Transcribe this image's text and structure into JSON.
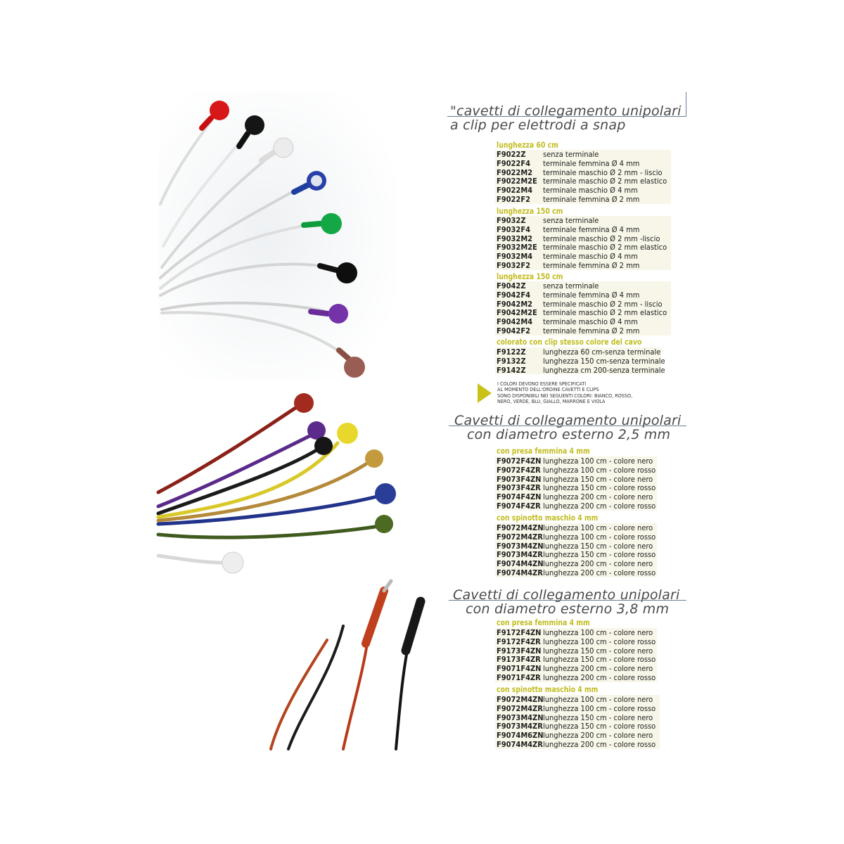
{
  "sections": {
    "s1": {
      "title_line1": "\"cavetti di collegamento unipolari",
      "title_line2": "a clip per elettrodi a snap",
      "groups": [
        {
          "heading": "lunghezza 60 cm",
          "rows": [
            {
              "code": "F9022Z",
              "desc": "senza terminale"
            },
            {
              "code": "F9022F4",
              "desc": "terminale femmina Ø 4 mm"
            },
            {
              "code": "F9022M2",
              "desc": "terminale maschio Ø 2 mm - liscio"
            },
            {
              "code": "F9022M2E",
              "desc": "terminale maschio Ø 2 mm elastico"
            },
            {
              "code": "F9022M4",
              "desc": "terminale maschio Ø 4 mm"
            },
            {
              "code": "F9022F2",
              "desc": "terminale femmina Ø 2 mm"
            }
          ]
        },
        {
          "heading": "lunghezza 150 cm",
          "rows": [
            {
              "code": "F9032Z",
              "desc": "senza terminale"
            },
            {
              "code": "F9032F4",
              "desc": "terminale femmina Ø 4 mm"
            },
            {
              "code": "F9032M2",
              "desc": "terminale maschio Ø 2 mm -liscio"
            },
            {
              "code": "F9032M2E",
              "desc": "terminale maschio Ø 2 mm elastico"
            },
            {
              "code": "F9032M4",
              "desc": "terminale maschio Ø 4 mm"
            },
            {
              "code": "F9032F2",
              "desc": "terminale femmina Ø 2 mm"
            }
          ]
        },
        {
          "heading": "lunghezza 150 cm",
          "rows": [
            {
              "code": "F9042Z",
              "desc": "senza terminale"
            },
            {
              "code": "F9042F4",
              "desc": "terminale femmina Ø 4 mm"
            },
            {
              "code": "F9042M2",
              "desc": "terminale maschio Ø 2 mm - liscio"
            },
            {
              "code": "F9042M2E",
              "desc": "terminale maschio Ø 2 mm elastico"
            },
            {
              "code": "F9042M4",
              "desc": "terminale maschio Ø 4 mm"
            },
            {
              "code": "F9042F2",
              "desc": "terminale femmina Ø 2 mm"
            }
          ]
        },
        {
          "heading": "colorato con clip stesso colore del cavo",
          "rows": [
            {
              "code": "F9122Z",
              "desc": "lunghezza 60 cm-senza terminale"
            },
            {
              "code": "F9132Z",
              "desc": "lunghezza 150 cm-senza terminale"
            },
            {
              "code": "F9142Z",
              "desc": "lunghezza cm 200-senza terminale"
            }
          ]
        }
      ],
      "note": {
        "line1": "I COLORI DEVONO ESSERE SPECIFICATI",
        "line2": "AL MOMENTO DELL'ORDINE CAVETTI E CLIPS",
        "line3": "SONO DISPONIBILI NEI SEGUENTI COLORI: BIANCO, ROSSO,",
        "line4": "NERO, VERDE, BLU, GIALLO, MARRONE E VIOLA"
      }
    },
    "s2": {
      "title_line1": "Cavetti di collegamento unipolari",
      "title_line2": "con diametro esterno 2,5 mm",
      "groups": [
        {
          "heading": "con presa femmina 4 mm",
          "rows": [
            {
              "code": "F9072F4ZN",
              "desc": "lunghezza 100 cm - colore nero"
            },
            {
              "code": "F9072F4ZR",
              "desc": "lunghezza 100 cm - colore rosso"
            },
            {
              "code": "F9073F4ZN",
              "desc": "lunghezza 150 cm - colore nero"
            },
            {
              "code": "F9073F4ZR",
              "desc": "lunghezza 150 cm - colore rosso"
            },
            {
              "code": "F9074F4ZN",
              "desc": "lunghezza  200 cm - colore nero"
            },
            {
              "code": "F9074F4ZR",
              "desc": "lunghezza 200 cm - colore rosso"
            }
          ]
        },
        {
          "heading": "con spinotto maschio 4 mm",
          "rows": [
            {
              "code": "F9072M4ZN",
              "desc": "lunghezza 100 cm - colore nero"
            },
            {
              "code": "F9072M4ZR",
              "desc": "lunghezza 100 cm - colore rosso"
            },
            {
              "code": "F9073M4ZN",
              "desc": "lunghezza 150 cm - colore nero"
            },
            {
              "code": "F9073M4ZR",
              "desc": "lunghezza 150 cm - colore rosso"
            },
            {
              "code": "F9074M4ZN",
              "desc": "lunghezza 200 cm - colore nero"
            },
            {
              "code": "F9074M4ZR",
              "desc": "lunghezza 200 cm - colore rosso"
            }
          ]
        }
      ]
    },
    "s3": {
      "title_line1": "Cavetti di collegamento unipolari",
      "title_line2": "con diametro esterno 3,8 mm",
      "groups": [
        {
          "heading": "con presa femmina 4 mm",
          "rows": [
            {
              "code": "F9172F4ZN",
              "desc": "lunghezza 100 cm - colore nero"
            },
            {
              "code": "F9172F4ZR",
              "desc": "lunghezza 100 cm - colore rosso"
            },
            {
              "code": "F9173F4ZN",
              "desc": "lunghezza 150 cm - colore nero"
            },
            {
              "code": "F9173F4ZR",
              "desc": "lunghezza 150 cm - colore rosso"
            },
            {
              "code": "F9071F4ZN",
              "desc": "lunghezza  200 cm - colore nero"
            },
            {
              "code": "F9071F4ZR",
              "desc": "lunghezza 200 cm - colore rosso"
            }
          ]
        },
        {
          "heading": "con spinotto maschio 4 mm",
          "rows": [
            {
              "code": "F9072M4ZN",
              "desc": "lunghezza 100 cm - colore nero"
            },
            {
              "code": "F9072M4ZR",
              "desc": "lunghezza 100 cm - colore rosso"
            },
            {
              "code": "F9073M4ZN",
              "desc": "lunghezza 150 cm - colore nero"
            },
            {
              "code": "F9073M4ZR",
              "desc": "lunghezza 150 cm - colore rosso"
            },
            {
              "code": "F9074M6ZN",
              "desc": "lunghezza 200 cm - colore nero"
            },
            {
              "code": "F9074M4ZR",
              "desc": "lunghezza 200 cm - colore rosso"
            }
          ]
        }
      ]
    }
  }
}
